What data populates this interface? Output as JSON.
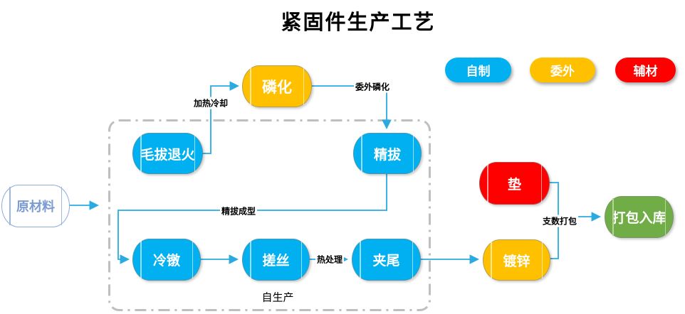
{
  "title": "紧固件生产工艺",
  "legend": {
    "self_made": {
      "label": "自制",
      "color": "#00B0F0"
    },
    "outsourced": {
      "label": "委外",
      "color": "#FFC000"
    },
    "auxiliary": {
      "label": "辅材",
      "color": "#FE0000"
    }
  },
  "nodes": {
    "raw_material": {
      "label": "原材料",
      "category": "raw-material",
      "fill": "#FFFFFF",
      "text_color": "#7C9BD3"
    },
    "phosphating": {
      "label": "磷化",
      "category": "outsourced",
      "fill": "#FFC000"
    },
    "rough_draw_annealing": {
      "label": "毛拔退火",
      "category": "self_made",
      "fill": "#00B0F0"
    },
    "fine_drawing": {
      "label": "精拔",
      "category": "self_made",
      "fill": "#00B0F0"
    },
    "cold_heading": {
      "label": "冷镦",
      "category": "self_made",
      "fill": "#00B0F0"
    },
    "thread_rolling": {
      "label": "搓丝",
      "category": "self_made",
      "fill": "#00B0F0"
    },
    "tail_clamping": {
      "label": "夹尾",
      "category": "self_made",
      "fill": "#00B0F0"
    },
    "galvanizing": {
      "label": "镀锌",
      "category": "outsourced",
      "fill": "#FFC000"
    },
    "washer": {
      "label": "垫",
      "category": "auxiliary",
      "fill": "#FE0000"
    },
    "packing_warehousing": {
      "label": "打包入库",
      "category": "finished",
      "fill": "#70AD47"
    }
  },
  "edge_labels": {
    "heating_cooling": "加热冷却",
    "outsourced_phosphating": "委外磷化",
    "fine_draw_forming": "精拔成型",
    "heat_treatment": "热处理",
    "count_packing": "支数打包"
  },
  "group_label": "自生产",
  "colors": {
    "connector": "#29ABE2",
    "dashed_border": "#BFBFBF",
    "node_text": "#FFFFFF"
  }
}
